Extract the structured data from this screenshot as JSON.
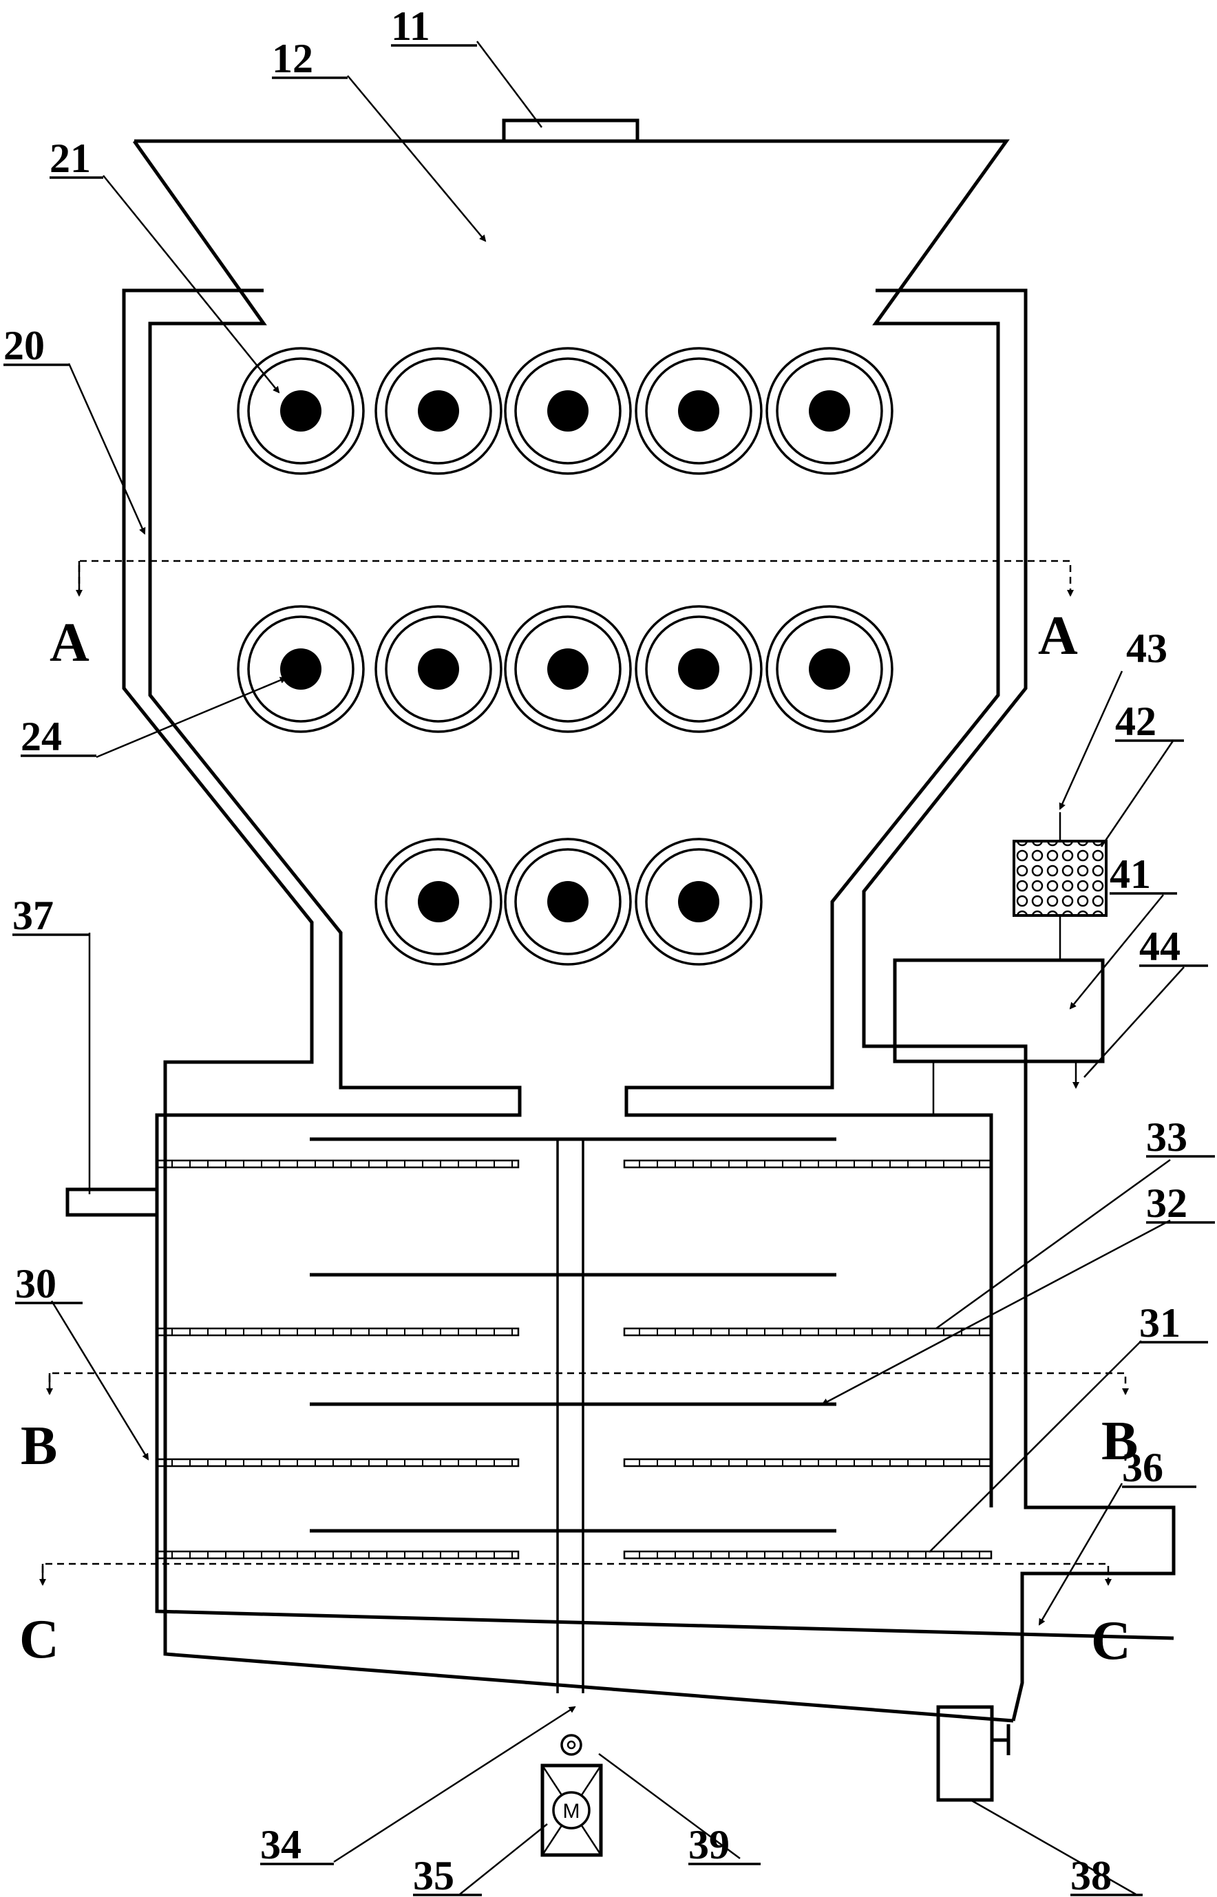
{
  "labels": {
    "11": "11",
    "12": "12",
    "21": "21",
    "20": "20",
    "24": "24",
    "37": "37",
    "43": "43",
    "42": "42",
    "41": "41",
    "44": "44",
    "33": "33",
    "32": "32",
    "30": "30",
    "31": "31",
    "36": "36",
    "34": "34",
    "35": "35",
    "39": "39",
    "38": "38"
  },
  "sections": {
    "a_left": "A",
    "a_right": "A",
    "b_left": "B",
    "b_right": "B",
    "c_left": "C",
    "c_right": "C"
  },
  "motor_label": "M"
}
